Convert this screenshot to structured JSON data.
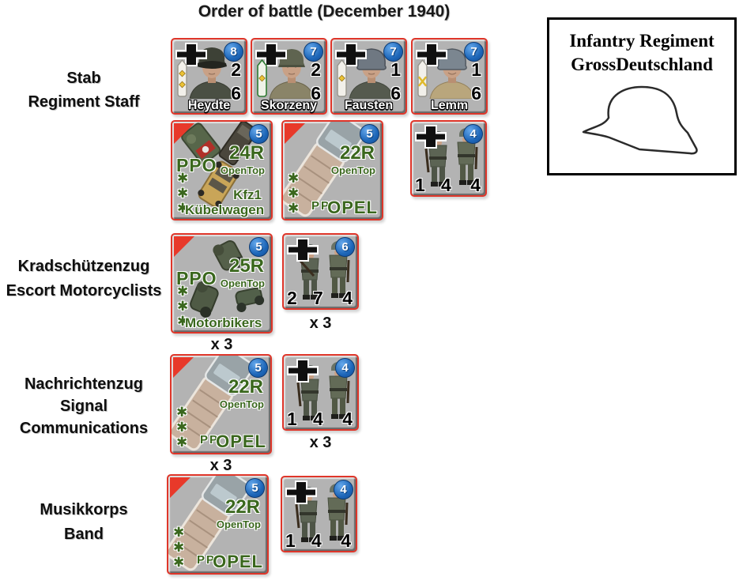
{
  "title": "Order of battle (December 1940)",
  "legend_box": {
    "line1": "Infantry Regiment",
    "line2": "GrossDeutschland",
    "icon": "stahlhelm-outline-icon"
  },
  "sections": {
    "stab": {
      "de": "Stab",
      "en": "Regiment Staff"
    },
    "krad": {
      "de": "Kradschützenzug",
      "en": "Escort Motorcyclists"
    },
    "signal": {
      "de": "Nachrichtenzug",
      "en1": "Signal",
      "en2": "Communications"
    },
    "band": {
      "de": "Musikkorps",
      "en": "Band"
    }
  },
  "glyphs": {
    "star": "✱"
  },
  "multiplier": "x 3",
  "colors": {
    "counter_border": "#df362a",
    "counter_gray": "#b3b3b3",
    "rating_badge_blue": "#1d66b8",
    "unit_text_green": "#3a671d"
  },
  "leaders": [
    {
      "name": "Heydte",
      "rating": "8",
      "combat": "2",
      "range": "6",
      "insignia": "white-board-two-gold-pips",
      "portrait": "peaked-cap"
    },
    {
      "name": "Skorzeny",
      "rating": "7",
      "combat": "2",
      "range": "6",
      "insignia": "green-board-one-gold-pip",
      "portrait": "field-cap"
    },
    {
      "name": "Fausten",
      "rating": "7",
      "combat": "1",
      "range": "6",
      "insignia": "white-board-one-gold-pip",
      "portrait": "helmet"
    },
    {
      "name": "Lemm",
      "rating": "7",
      "combat": "1",
      "range": "6",
      "insignia": "white-board-crossed-sabers",
      "portrait": "helmet"
    }
  ],
  "vehicles": [
    {
      "unit": "stab-kubelwagen",
      "rating": "5",
      "movement": "24R",
      "top_status": "OpenTop",
      "passengers": "PPO",
      "model1": "Kfz1",
      "model2": "Kübelwagen"
    },
    {
      "unit": "stab-opel",
      "rating": "5",
      "movement": "22R",
      "top_status": "OpenTop",
      "passengers": "PP",
      "model2": "OPEL"
    },
    {
      "unit": "krad-motorbikes",
      "rating": "5",
      "movement": "25R",
      "top_status": "OpenTop",
      "passengers": "PPO",
      "model2": "Motorbikers"
    },
    {
      "unit": "signal-opel",
      "rating": "5",
      "movement": "22R",
      "top_status": "OpenTop",
      "passengers": "PP",
      "model2": "OPEL"
    },
    {
      "unit": "band-opel",
      "rating": "5",
      "movement": "22R",
      "top_status": "OpenTop",
      "passengers": "PP",
      "model2": "OPEL"
    }
  ],
  "squads": [
    {
      "unit": "stab-squad",
      "rating": "4",
      "fp": "1",
      "rng": "4",
      "mv": "4"
    },
    {
      "unit": "krad-squad",
      "rating": "6",
      "fp": "2",
      "rng": "7",
      "mv": "4"
    },
    {
      "unit": "signal-squad",
      "rating": "4",
      "fp": "1",
      "rng": "4",
      "mv": "4"
    },
    {
      "unit": "band-squad",
      "rating": "4",
      "fp": "1",
      "rng": "4",
      "mv": "4"
    }
  ]
}
